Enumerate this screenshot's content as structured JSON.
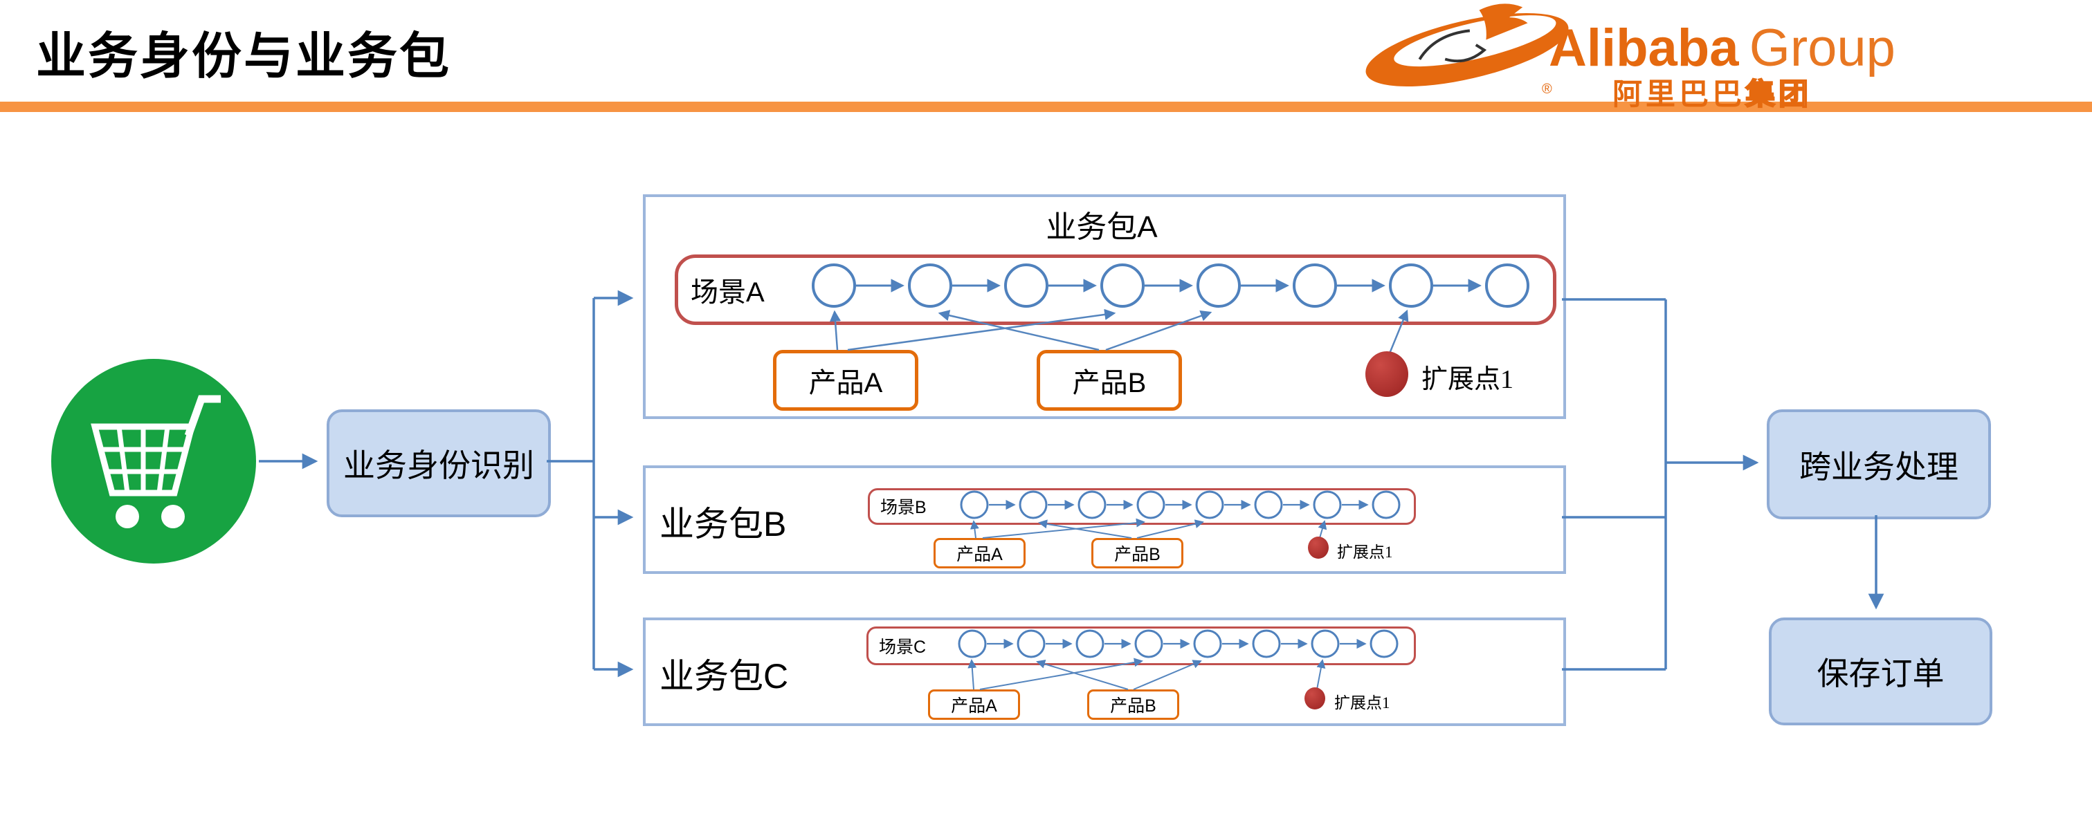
{
  "slide": {
    "title": "业务身份与业务包"
  },
  "logo": {
    "brand": "Alibaba",
    "group": "Group",
    "chinese_solid": "阿里巴巴",
    "chinese_outline": "集团",
    "registered": "®"
  },
  "flow": {
    "start_icon": "shopping-cart",
    "identify_label": "业务身份识别",
    "cross_label": "跨业务处理",
    "save_label": "保存订单"
  },
  "packages": [
    {
      "name": "业务包A",
      "scene": "场景A",
      "product_a": "产品A",
      "product_b": "产品B",
      "extension": "扩展点1",
      "nodes": 8
    },
    {
      "name": "业务包B",
      "scene": "场景B",
      "product_a": "产品A",
      "product_b": "产品B",
      "extension": "扩展点1",
      "nodes": 8
    },
    {
      "name": "业务包C",
      "scene": "场景C",
      "product_a": "产品A",
      "product_b": "产品B",
      "extension": "扩展点1",
      "nodes": 8
    }
  ],
  "colors": {
    "accent_orange_bar": "#F79443",
    "alibaba_orange": "#E5690F",
    "line_blue": "#4F81BD",
    "box_fill": "#C9DAF1",
    "box_border": "#8FABD5",
    "panel_border": "#9CB6DC",
    "scene_red": "#C0504D",
    "product_orange": "#E36C0A",
    "extension_dot_red": "#A93431",
    "cart_green": "#17A342"
  }
}
